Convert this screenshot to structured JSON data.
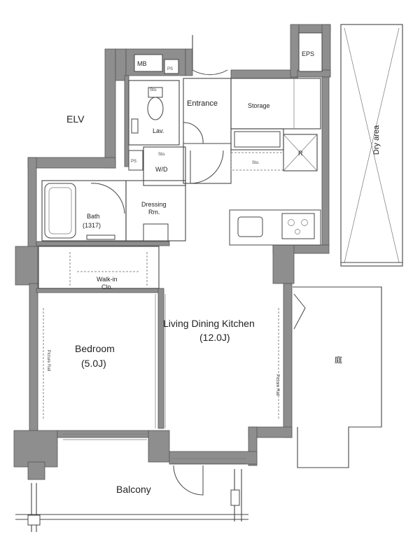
{
  "rooms": {
    "elv": "ELV",
    "mb": "MB",
    "ps_top": "PS",
    "ps_side": "PS",
    "eps": "EPS",
    "entrance": "Entrance",
    "storage": "Storage",
    "lav": "Lav.",
    "wd": "W/D",
    "bath": "Bath",
    "bath_size": "(1317)",
    "dressing_line1": "Dressing",
    "dressing_line2": "Rm.",
    "walkin_line1": "Walk-in",
    "walkin_line2": "Clo.",
    "ldk": "Living Dining Kitchen",
    "ldk_size": "(12.0J)",
    "bedroom": "Bedroom",
    "bedroom_size": "(5.0J)",
    "balcony": "Balcony",
    "dry_area": "Dry area",
    "garden": "庭",
    "fridge": "R"
  },
  "annotations": {
    "sto_lav": "Sto.",
    "sto_wd": "Sto.",
    "sto_kitchen": "Sto.",
    "picture_rail_bedroom": "Picture Rail",
    "picture_rail_ldk": "Picture Rail"
  }
}
